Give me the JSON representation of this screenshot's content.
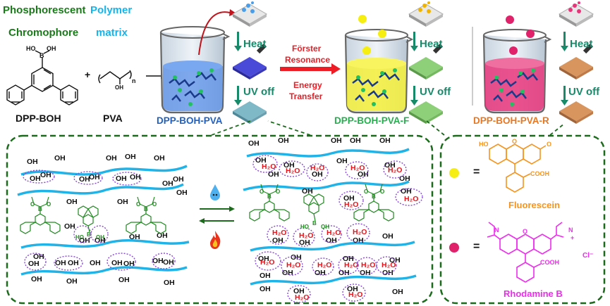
{
  "top": {
    "headings": {
      "chromophore_line1": "Phosphorescent",
      "chromophore_line2": "Chromophore",
      "polymer_line1": "Polymer",
      "polymer_line2": "matrix"
    },
    "reactants": {
      "dpp_boh": {
        "name": "DPP-BOH",
        "boronic_label_left": "HO",
        "boronic_label_b": "B",
        "boronic_label_right": "OH"
      },
      "plus": "+",
      "pva": {
        "name": "PVA",
        "oh_label": "OH",
        "n_label": "n"
      }
    },
    "products": [
      {
        "name": "DPP-BOH-PVA",
        "color": "#1f5fbf",
        "solution_color": "#5a8fe8"
      },
      {
        "name": "DPP-BOH-PVA-F",
        "color": "#22b14c",
        "solution_color": "#f5f03a"
      },
      {
        "name": "DPP-BOH-PVA-R",
        "color": "#e87722",
        "solution_color": "#e8357a"
      }
    ],
    "process_steps": {
      "heat": "Heat",
      "uv_off": "UV off"
    },
    "fret": {
      "line1": "Förster",
      "line2": "Resonance",
      "line3": "Energy",
      "line4": "Transfer"
    },
    "films": [
      {
        "glow_under_uv": "#4a4ad8",
        "afterglow": "#7fb9c8",
        "droplet_color": "#4a9de8"
      },
      {
        "glow_under_uv": "#8ed07a",
        "afterglow": "#8ed07a",
        "droplet_color": "#f0b400"
      },
      {
        "glow_under_uv": "#d9955e",
        "afterglow": "#d9955e",
        "droplet_color": "#e8357a"
      }
    ]
  },
  "bottom": {
    "network_dry": {
      "oh_label": "OH",
      "boron_labels": {
        "b": "B",
        "o": "O",
        "ho": "HO",
        "oh": "OH"
      }
    },
    "network_wet": {
      "oh_label": "OH",
      "water_label": "H₂O"
    },
    "equilibrium": {
      "forward_stimulus": "water-droplet",
      "reverse_stimulus": "fire"
    },
    "legend": {
      "items": [
        {
          "symbol": "yellow-star",
          "equals": "=",
          "name": "Fluorescein",
          "color": "#f7941d",
          "labels": {
            "ho": "HO",
            "o": "O",
            "ketone": "O",
            "cooh": "COOH"
          }
        },
        {
          "symbol": "pink-star",
          "equals": "=",
          "name": "Rhodamine B",
          "color": "#ee2cee",
          "labels": {
            "n_left": "N",
            "n_right": "N",
            "plus": "+",
            "o": "O",
            "cooh": "COOH",
            "counterion": "Cl⁻"
          }
        }
      ]
    }
  },
  "colors": {
    "chromophore_green": "#1a7a1a",
    "polymer_cyan": "#16b4ea",
    "chain_blue": "#1fb3e8",
    "fret_red": "#ee1c24",
    "process_teal": "#178a6a",
    "dashed_border": "#1c6b1c",
    "ellipse_purple": "#8a48d8"
  }
}
